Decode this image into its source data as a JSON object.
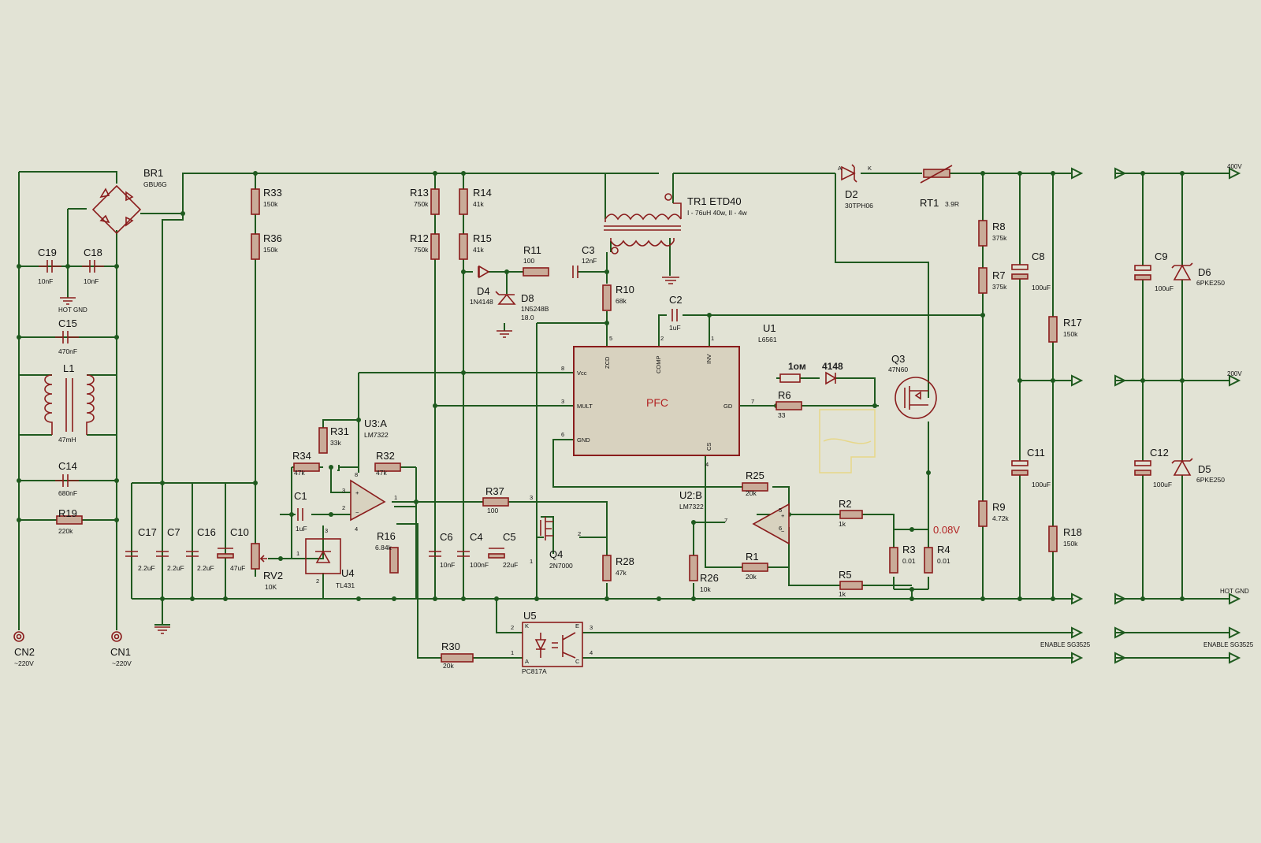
{
  "colors": {
    "background": "#e2e3d5",
    "wire": "#1f5a1f",
    "component": "#8a1c1c",
    "ic_body": "#d8d2bf",
    "accent_text": "#b22222"
  },
  "components": {
    "BR1": {
      "ref": "BR1",
      "value": "GBU6G"
    },
    "C19": {
      "ref": "C19",
      "value": "10nF"
    },
    "C18": {
      "ref": "C18",
      "value": "10nF"
    },
    "C15": {
      "ref": "C15",
      "value": "470nF"
    },
    "L1": {
      "ref": "L1",
      "value": "47mH"
    },
    "C14": {
      "ref": "C14",
      "value": "680nF"
    },
    "R19": {
      "ref": "R19",
      "value": "220k"
    },
    "CN2": {
      "ref": "CN2",
      "value": "~220V"
    },
    "CN1": {
      "ref": "CN1",
      "value": "~220V"
    },
    "C17": {
      "ref": "C17",
      "value": "2.2uF"
    },
    "C7": {
      "ref": "C7",
      "value": "2.2uF"
    },
    "C16": {
      "ref": "C16",
      "value": "2.2uF"
    },
    "C10": {
      "ref": "C10",
      "value": "47uF"
    },
    "R33": {
      "ref": "R33",
      "value": "150k"
    },
    "R36": {
      "ref": "R36",
      "value": "150k"
    },
    "RV2": {
      "ref": "RV2",
      "value": "10K"
    },
    "R34": {
      "ref": "R34",
      "value": "47k"
    },
    "R31": {
      "ref": "R31",
      "value": "33k"
    },
    "R32": {
      "ref": "R32",
      "value": "47k"
    },
    "C1": {
      "ref": "C1",
      "value": "1uF"
    },
    "U4": {
      "ref": "U4",
      "value": "TL431"
    },
    "U3A": {
      "ref": "U3:A",
      "value": "LM7322"
    },
    "R16": {
      "ref": "R16",
      "value": "6.84k"
    },
    "R13": {
      "ref": "R13",
      "value": "750k"
    },
    "R12": {
      "ref": "R12",
      "value": "750k"
    },
    "R14": {
      "ref": "R14",
      "value": "41k"
    },
    "R15": {
      "ref": "R15",
      "value": "41k"
    },
    "D4": {
      "ref": "D4",
      "value": "1N4148"
    },
    "D8": {
      "ref": "D8",
      "value": "1N5248B",
      "value2": "18.0"
    },
    "R11": {
      "ref": "R11",
      "value": "100"
    },
    "C3": {
      "ref": "C3",
      "value": "12nF"
    },
    "R10": {
      "ref": "R10",
      "value": "68k"
    },
    "C2": {
      "ref": "C2",
      "value": "1uF"
    },
    "C6": {
      "ref": "C6",
      "value": "10nF"
    },
    "C4": {
      "ref": "C4",
      "value": "100nF"
    },
    "C5": {
      "ref": "C5",
      "value": "22uF"
    },
    "R37": {
      "ref": "R37",
      "value": "100"
    },
    "Q4": {
      "ref": "Q4",
      "value": "2N7000"
    },
    "R28": {
      "ref": "R28",
      "value": "47k"
    },
    "TR1": {
      "ref": "TR1 ETD40",
      "value": "I - 76uH 40w, II - 4w"
    },
    "U1": {
      "ref": "U1",
      "value": "L6561"
    },
    "R6": {
      "ref": "R6",
      "value": "33"
    },
    "Q3": {
      "ref": "Q3",
      "value": "47N60"
    },
    "U2B": {
      "ref": "U2:B",
      "value": "LM7322"
    },
    "R25": {
      "ref": "R25",
      "value": "20k"
    },
    "R1": {
      "ref": "R1",
      "value": "20k"
    },
    "R26": {
      "ref": "R26",
      "value": "10k"
    },
    "R2": {
      "ref": "R2",
      "value": "1k"
    },
    "R5": {
      "ref": "R5",
      "value": "1k"
    },
    "R3": {
      "ref": "R3",
      "value": "0.01"
    },
    "R4": {
      "ref": "R4",
      "value": "0.01"
    },
    "D2": {
      "ref": "D2",
      "value": "30TPH06"
    },
    "RT1": {
      "ref": "RT1",
      "value": "3.9R"
    },
    "R8": {
      "ref": "R8",
      "value": "375k"
    },
    "R7": {
      "ref": "R7",
      "value": "375k"
    },
    "R9": {
      "ref": "R9",
      "value": "4.72k"
    },
    "C8": {
      "ref": "C8",
      "value": "100uF"
    },
    "C11": {
      "ref": "C11",
      "value": "100uF"
    },
    "R17": {
      "ref": "R17",
      "value": "150k"
    },
    "R18": {
      "ref": "R18",
      "value": "150k"
    },
    "C9": {
      "ref": "C9",
      "value": "100uF"
    },
    "C12": {
      "ref": "C12",
      "value": "100uF"
    },
    "D6": {
      "ref": "D6",
      "value": "6PKE250"
    },
    "D5": {
      "ref": "D5",
      "value": "6PKE250"
    },
    "U5": {
      "ref": "U5",
      "value": "PC817A"
    },
    "R30": {
      "ref": "R30",
      "value": "20k"
    }
  },
  "ic_pins": {
    "zcd": "ZCD",
    "comp": "COMP",
    "inv": "INV",
    "vcc": "Vcc",
    "mult": "MULT",
    "gnd": "GND",
    "gd": "GD",
    "cs": "CS",
    "core": "PFC"
  },
  "pin_numbers": {
    "n1": "1",
    "n2": "2",
    "n3": "3",
    "n4": "4",
    "n5": "5",
    "n6": "6",
    "n7": "7",
    "n8": "8"
  },
  "net_labels": {
    "hot_gnd_left": "HOT GND",
    "hot_gnd_right": "HOT GND",
    "out_400": "400V",
    "out_200": "200V",
    "enable_1": "ENABLE SG3525",
    "enable_2": "ENABLE SG3525",
    "diode_a": "A",
    "diode_k": "K",
    "u5_k": "K",
    "u5_a": "A",
    "u5_e": "E",
    "u5_c": "C",
    "opamp_plus": "+",
    "opamp_minus": "−"
  },
  "annotations": {
    "voltage_reading": "0.08V",
    "hand_resistor": "1ом",
    "hand_diode": "4148"
  }
}
